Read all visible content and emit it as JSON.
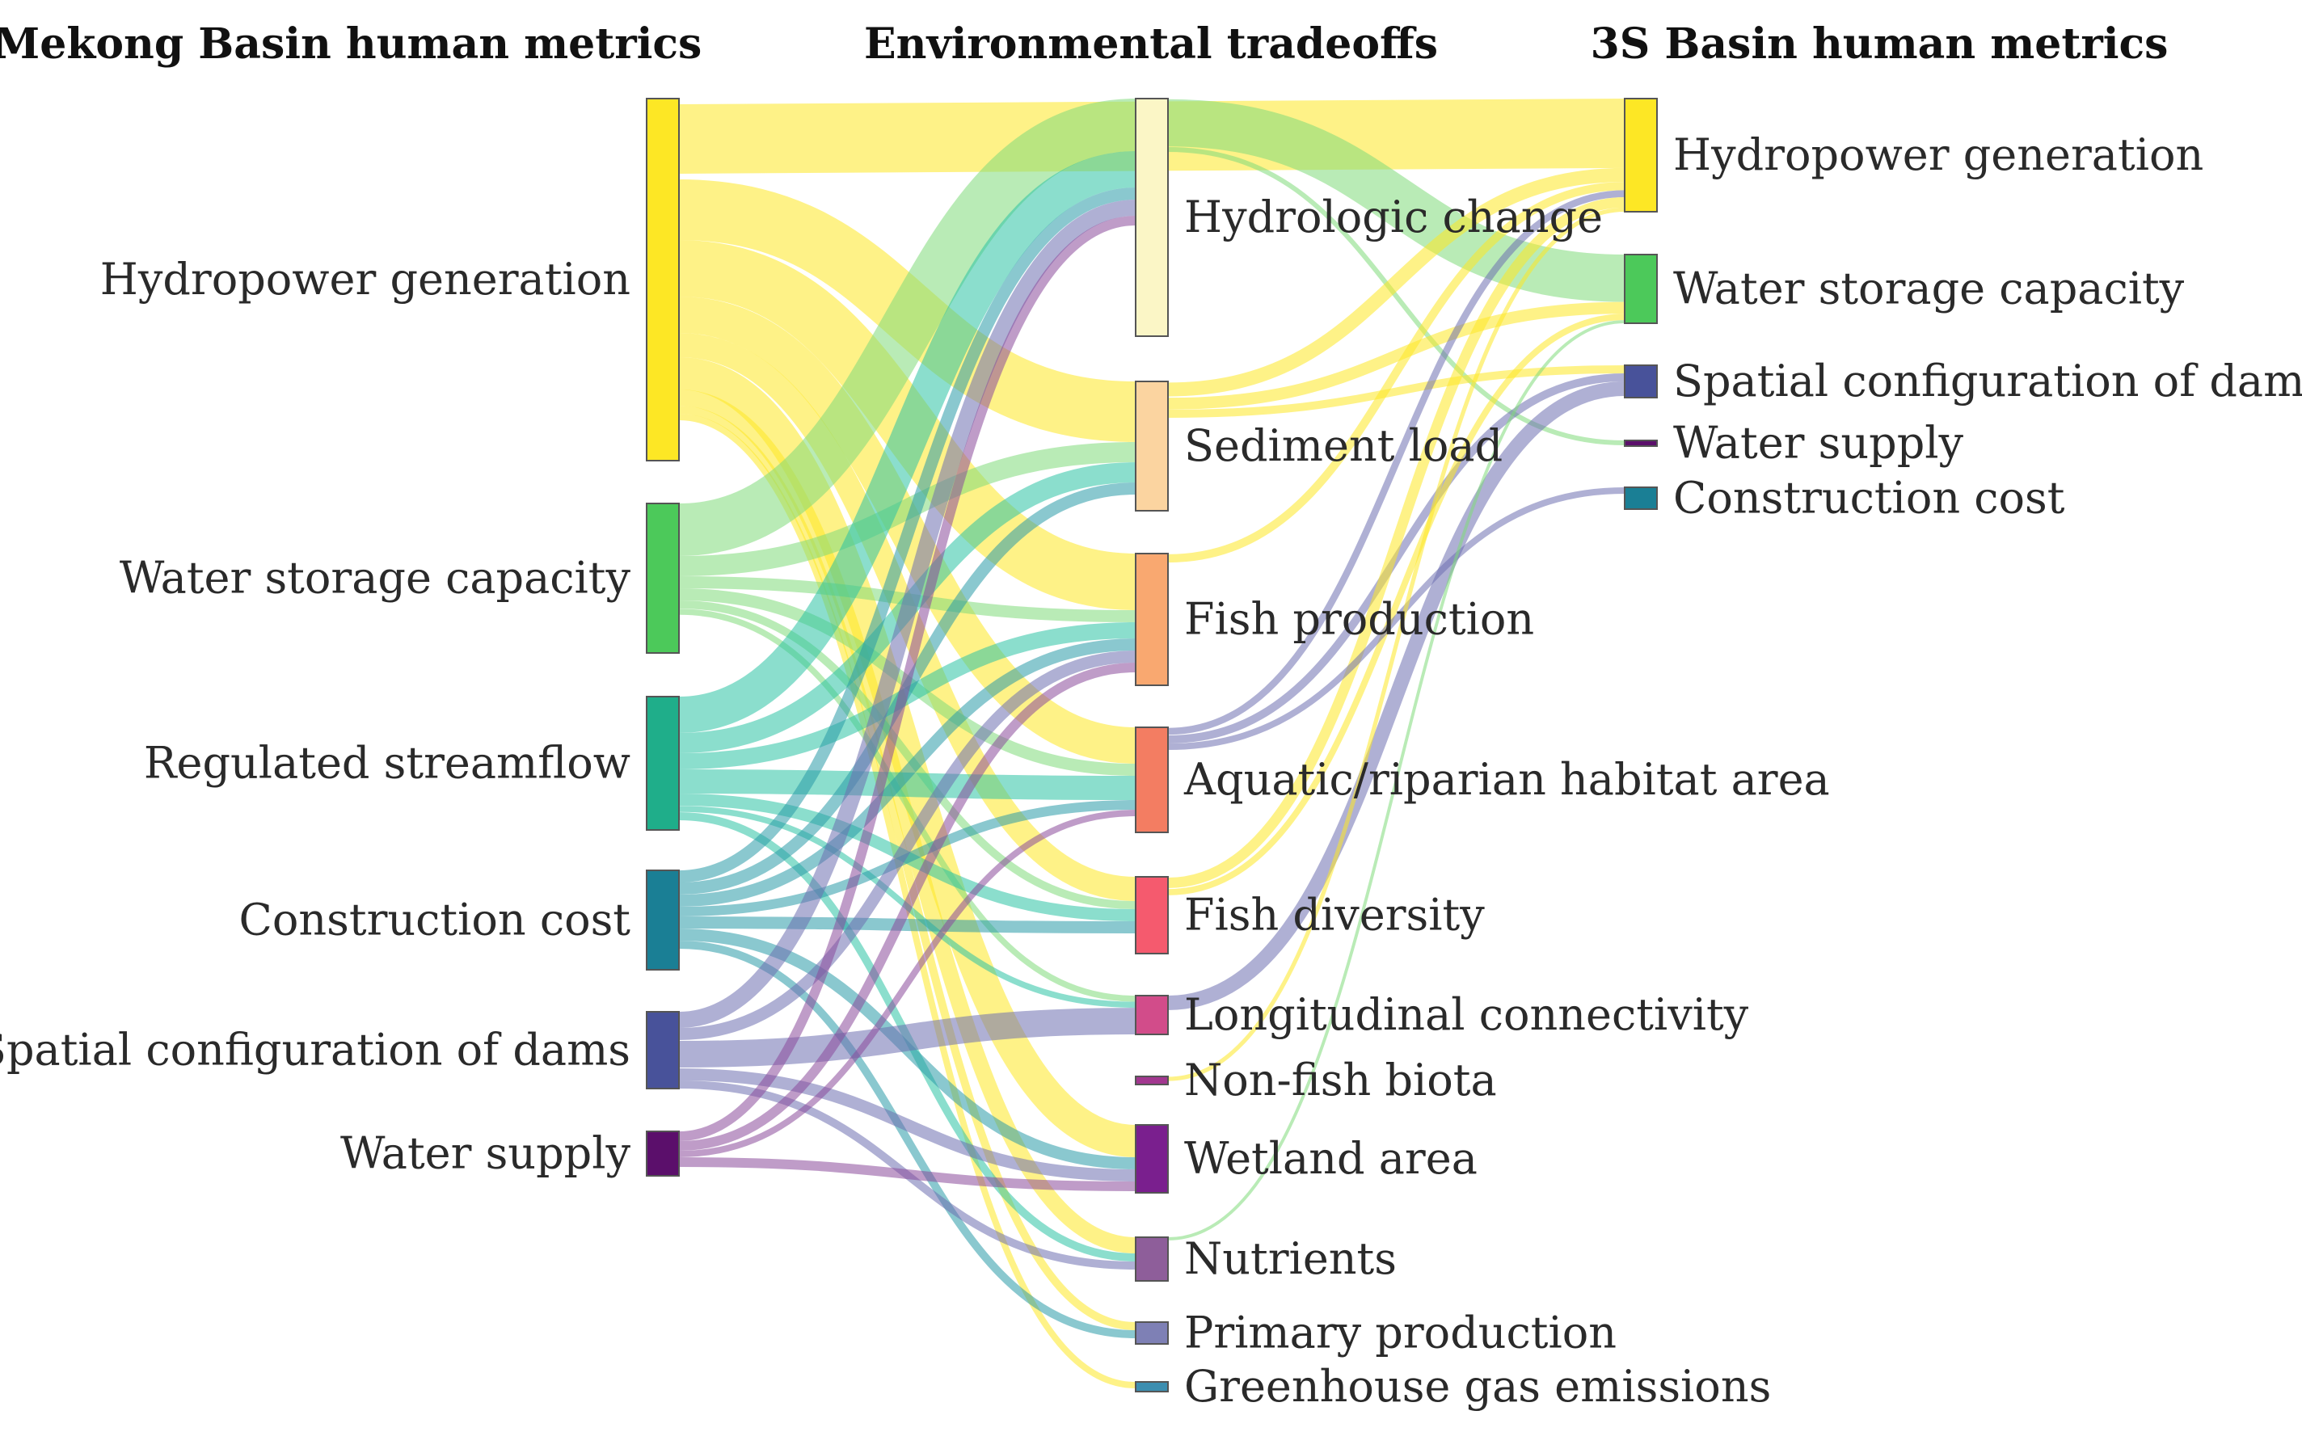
{
  "column_headers": {
    "left": "Mekong Basin human metrics",
    "middle": "Environmental tradeoffs",
    "right": "3S Basin human metrics"
  },
  "left_nodes": [
    {
      "id": "L1",
      "label": "Hydropower generation",
      "color": "#FDE725"
    },
    {
      "id": "L2",
      "label": "Water storage capacity",
      "color": "#4CC95A"
    },
    {
      "id": "L3",
      "label": "Regulated streamflow",
      "color": "#1FAE8A"
    },
    {
      "id": "L4",
      "label": "Construction cost",
      "color": "#1A7F95"
    },
    {
      "id": "L5",
      "label": "Spatial configuration of dams",
      "color": "#48529A"
    },
    {
      "id": "L6",
      "label": "Water supply",
      "color": "#5B0F6B"
    }
  ],
  "middle_nodes": [
    {
      "id": "M1",
      "label": "Hydrologic change",
      "color": "#FBF6C6"
    },
    {
      "id": "M2",
      "label": "Sediment load",
      "color": "#FBD4A0"
    },
    {
      "id": "M3",
      "label": "Fish production",
      "color": "#F9A870"
    },
    {
      "id": "M4",
      "label": "Aquatic/riparian habitat area",
      "color": "#F37D62"
    },
    {
      "id": "M5",
      "label": "Fish diversity",
      "color": "#F55A6E"
    },
    {
      "id": "M6",
      "label": "Longitudinal connectivity",
      "color": "#D24C8A"
    },
    {
      "id": "M7",
      "label": "Non-fish biota",
      "color": "#A2378F"
    },
    {
      "id": "M8",
      "label": "Wetland area",
      "color": "#7A1F8E"
    },
    {
      "id": "M9",
      "label": "Nutrients",
      "color": "#8E5E9A"
    },
    {
      "id": "M10",
      "label": "Primary production",
      "color": "#7E80B5"
    },
    {
      "id": "M11",
      "label": "Greenhouse gas emissions",
      "color": "#3C8EB0"
    }
  ],
  "right_nodes": [
    {
      "id": "R1",
      "label": "Hydropower generation",
      "color": "#FDE725"
    },
    {
      "id": "R2",
      "label": "Water storage capacity",
      "color": "#4CC95A"
    },
    {
      "id": "R3",
      "label": "Spatial configuration of dams",
      "color": "#48529A"
    },
    {
      "id": "R4",
      "label": "Water supply",
      "color": "#5B0F6B"
    },
    {
      "id": "R5",
      "label": "Construction cost",
      "color": "#1A7F95"
    }
  ],
  "link_colors": {
    "L1": "#FDE725",
    "L2": "#7FDB7A",
    "L3": "#2CC2A4",
    "L4": "#2A9BA8",
    "L5": "#6E6FB0",
    "L6": "#8A4A9A"
  }
}
